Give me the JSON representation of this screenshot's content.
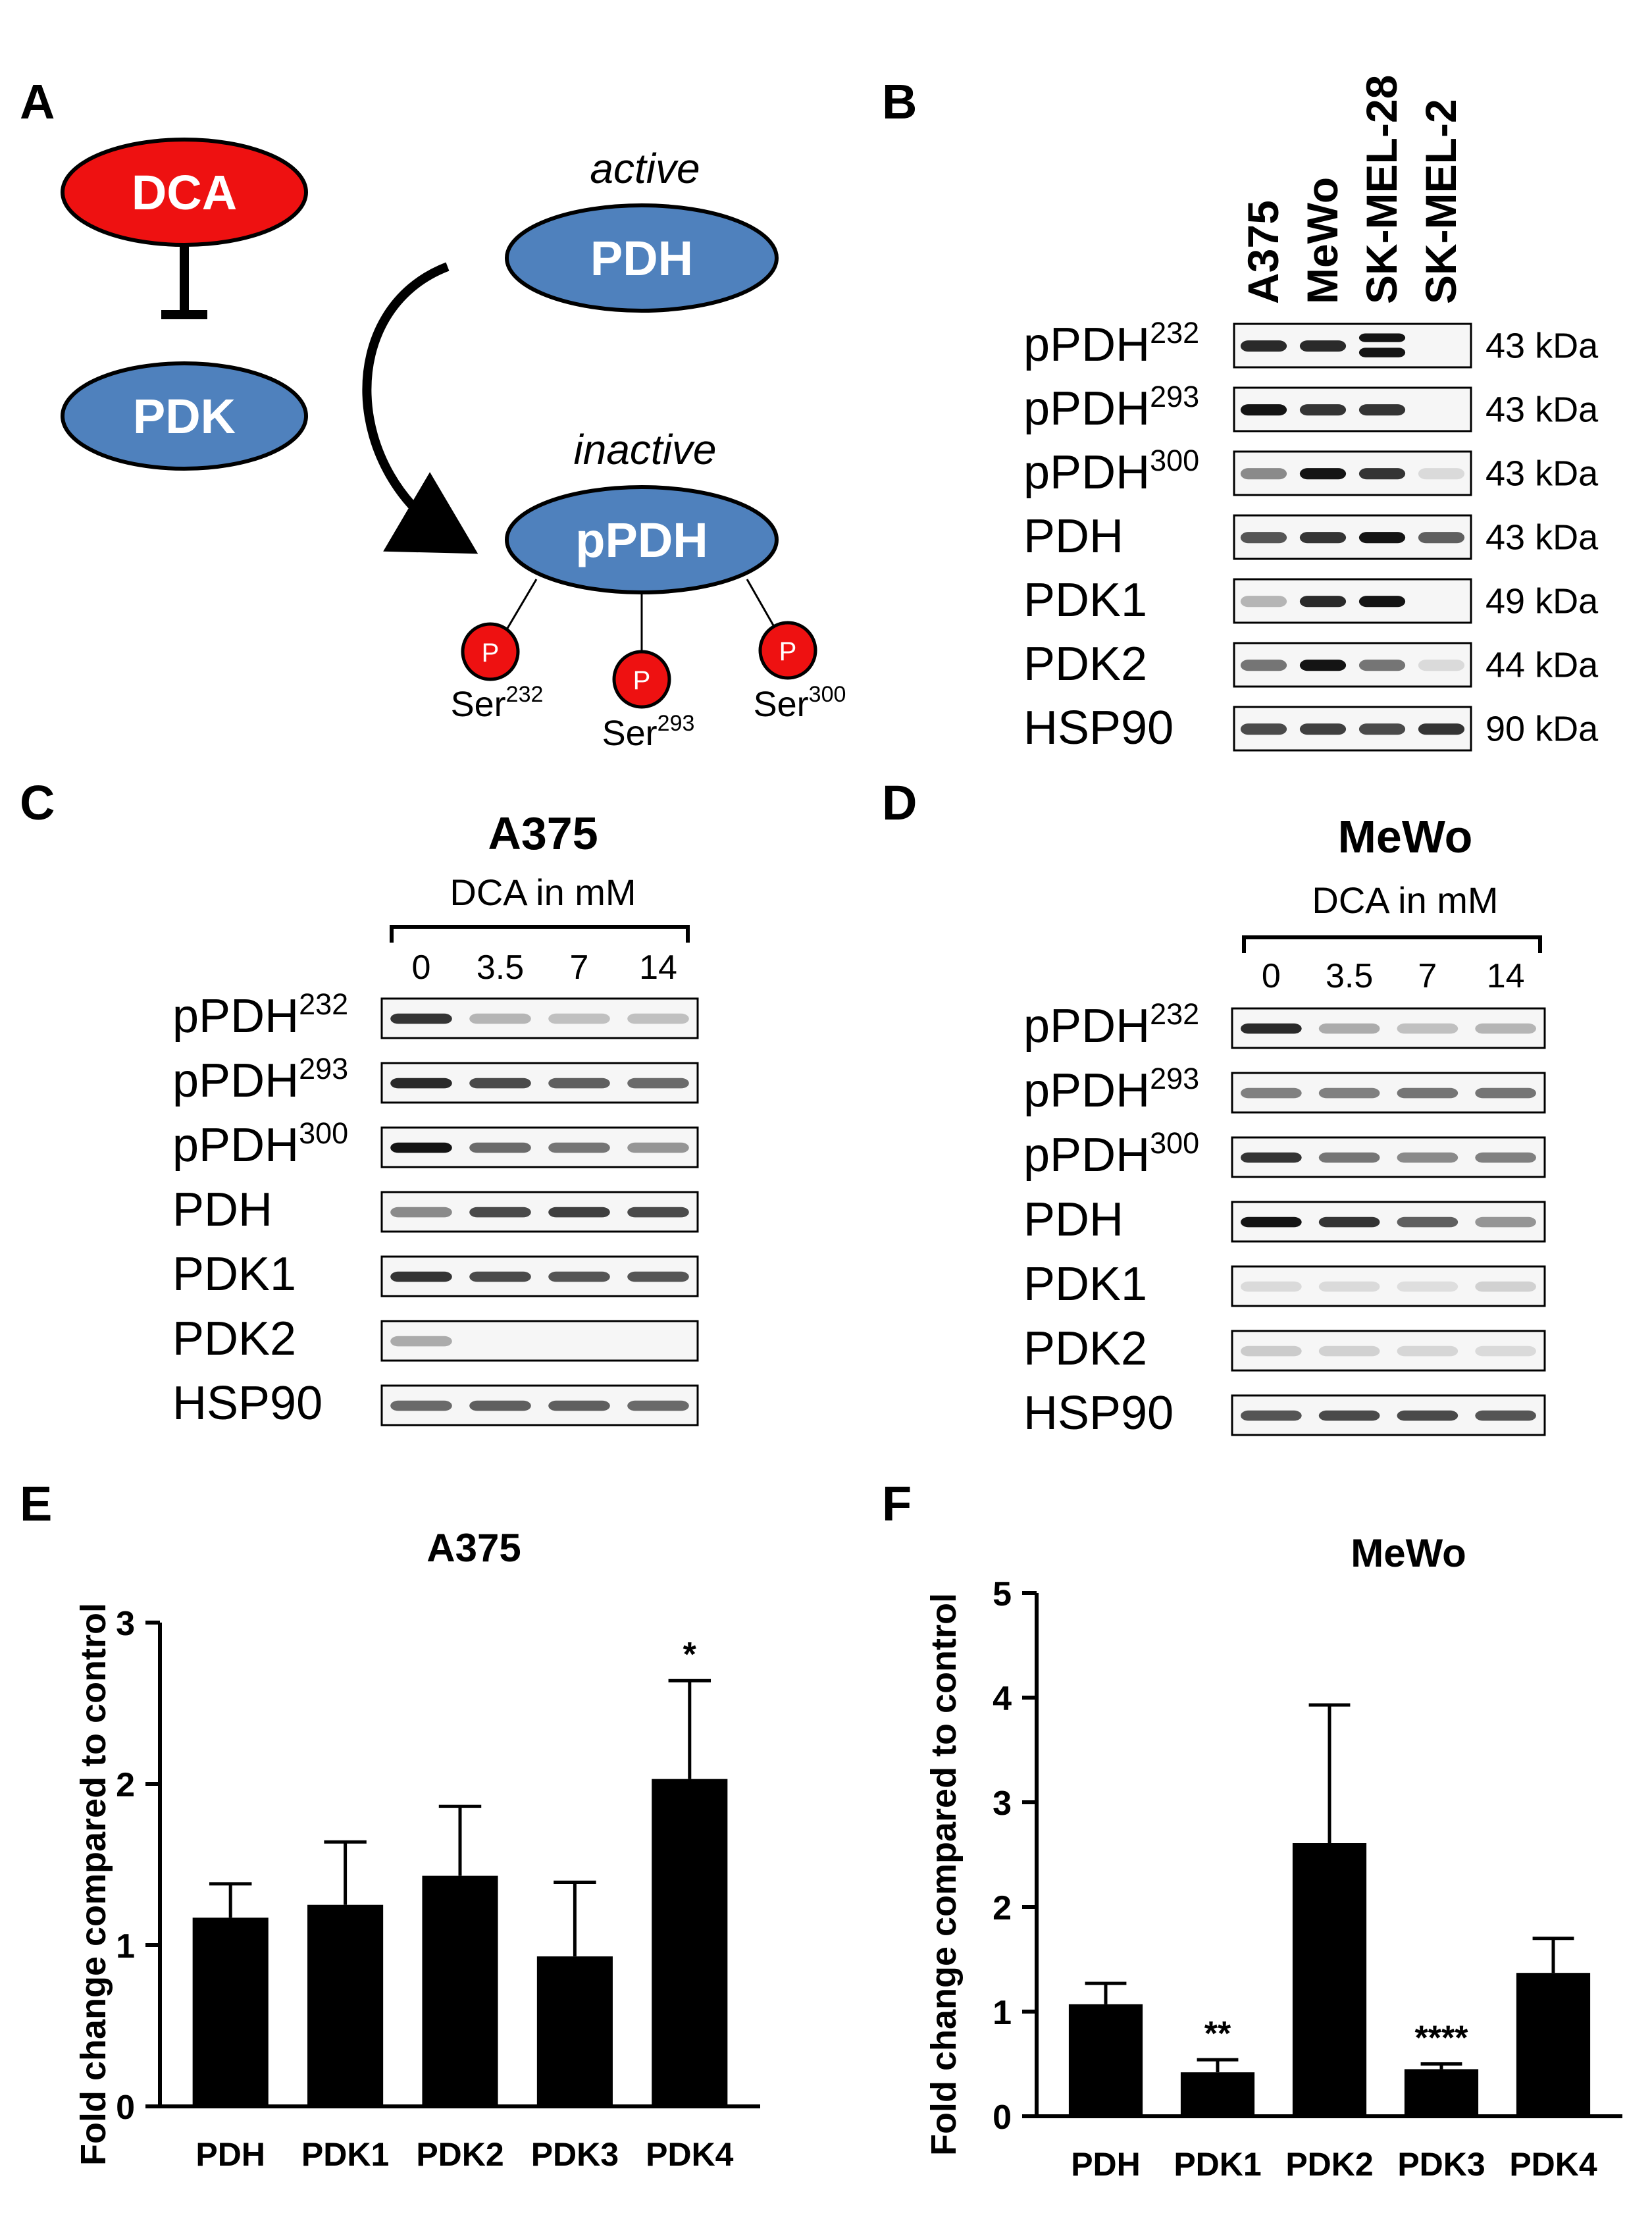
{
  "panels": {
    "A": {
      "letter": "A",
      "inhibitor": "DCA",
      "kinase": "PDK",
      "active_label": "active",
      "active_enzyme": "PDH",
      "inactive_label": "inactive",
      "inactive_enzyme": "pPDH",
      "phospho_symbol": "P",
      "sites": [
        {
          "prefix": "Ser",
          "number": "232"
        },
        {
          "prefix": "Ser",
          "number": "293"
        },
        {
          "prefix": "Ser",
          "number": "300"
        }
      ]
    },
    "B": {
      "letter": "B",
      "cell_lines": [
        "A375",
        "MeWo",
        "SK-MEL-28",
        "SK-MEL-2"
      ],
      "rows": [
        {
          "label": "pPDH",
          "sup": "232",
          "kda": "43 kDa",
          "intensity": [
            0.9,
            0.9,
            1.0,
            0.0
          ],
          "doublet": [
            false,
            false,
            true,
            false
          ]
        },
        {
          "label": "pPDH",
          "sup": "293",
          "kda": "43 kDa",
          "intensity": [
            1.0,
            0.85,
            0.85,
            0.0
          ],
          "doublet": [
            false,
            false,
            false,
            false
          ]
        },
        {
          "label": "pPDH",
          "sup": "300",
          "kda": "43 kDa",
          "intensity": [
            0.45,
            1.0,
            0.85,
            0.08
          ],
          "doublet": [
            false,
            false,
            false,
            false
          ]
        },
        {
          "label": "PDH",
          "sup": "",
          "kda": "43 kDa",
          "intensity": [
            0.7,
            0.85,
            1.0,
            0.65
          ],
          "doublet": [
            false,
            false,
            false,
            false
          ]
        },
        {
          "label": "PDK1",
          "sup": "",
          "kda": "49 kDa",
          "intensity": [
            0.25,
            0.9,
            1.0,
            0.0
          ],
          "doublet": [
            false,
            false,
            false,
            false
          ]
        },
        {
          "label": "PDK2",
          "sup": "",
          "kda": "44 kDa",
          "intensity": [
            0.55,
            1.0,
            0.55,
            0.08
          ],
          "doublet": [
            false,
            false,
            false,
            false
          ]
        },
        {
          "label": "HSP90",
          "sup": "",
          "kda": "90 kDa",
          "intensity": [
            0.75,
            0.8,
            0.75,
            0.85
          ],
          "doublet": [
            false,
            false,
            false,
            false
          ]
        }
      ]
    },
    "C": {
      "letter": "C",
      "title": "A375",
      "treatment": "DCA in mM",
      "doses": [
        "0",
        "3.5",
        "7",
        "14"
      ],
      "rows": [
        {
          "label": "pPDH",
          "sup": "232",
          "intensity": [
            0.85,
            0.25,
            0.2,
            0.2
          ]
        },
        {
          "label": "pPDH",
          "sup": "293",
          "intensity": [
            0.9,
            0.75,
            0.65,
            0.6
          ]
        },
        {
          "label": "pPDH",
          "sup": "300",
          "intensity": [
            1.0,
            0.6,
            0.55,
            0.4
          ]
        },
        {
          "label": "PDH",
          "sup": "",
          "intensity": [
            0.45,
            0.75,
            0.8,
            0.75
          ]
        },
        {
          "label": "PDK1",
          "sup": "",
          "intensity": [
            0.85,
            0.75,
            0.7,
            0.7
          ]
        },
        {
          "label": "PDK2",
          "sup": "",
          "intensity": [
            0.3,
            0.0,
            0.0,
            0.0
          ]
        },
        {
          "label": "HSP90",
          "sup": "",
          "intensity": [
            0.6,
            0.65,
            0.65,
            0.6
          ]
        }
      ]
    },
    "D": {
      "letter": "D",
      "title": "MeWo",
      "treatment": "DCA in mM",
      "doses": [
        "0",
        "3.5",
        "7",
        "14"
      ],
      "rows": [
        {
          "label": "pPDH",
          "sup": "232",
          "intensity": [
            0.9,
            0.3,
            0.2,
            0.25
          ]
        },
        {
          "label": "pPDH",
          "sup": "293",
          "intensity": [
            0.5,
            0.5,
            0.55,
            0.55
          ]
        },
        {
          "label": "pPDH",
          "sup": "300",
          "intensity": [
            0.85,
            0.55,
            0.45,
            0.5
          ]
        },
        {
          "label": "PDH",
          "sup": "",
          "intensity": [
            1.0,
            0.85,
            0.65,
            0.4
          ]
        },
        {
          "label": "PDK1",
          "sup": "",
          "intensity": [
            0.08,
            0.08,
            0.06,
            0.12
          ]
        },
        {
          "label": "PDK2",
          "sup": "",
          "intensity": [
            0.15,
            0.12,
            0.1,
            0.08
          ]
        },
        {
          "label": "HSP90",
          "sup": "",
          "intensity": [
            0.7,
            0.75,
            0.75,
            0.7
          ]
        }
      ]
    },
    "E": {
      "letter": "E"
    },
    "F": {
      "letter": "F"
    }
  },
  "colors": {
    "dca_fill": "#ee1111",
    "enzyme_fill": "#4f81bd",
    "phospho_fill": "#ee1111",
    "bar_fill": "#000000"
  },
  "chart_data": [
    {
      "panel": "E",
      "type": "bar",
      "title": "A375",
      "ylabel": "Fold change compared to control",
      "xlabel": "",
      "categories": [
        "PDH",
        "PDK1",
        "PDK2",
        "PDK3",
        "PDK4"
      ],
      "values": [
        1.17,
        1.25,
        1.43,
        0.93,
        2.03
      ],
      "errors": [
        0.21,
        0.39,
        0.43,
        0.46,
        0.61
      ],
      "significance": [
        "",
        "",
        "",
        "",
        "*"
      ],
      "ylim": [
        0,
        3
      ],
      "yticks": [
        "0",
        "1",
        "2",
        "3"
      ],
      "grid": false
    },
    {
      "panel": "F",
      "type": "bar",
      "title": "MeWo",
      "ylabel": "Fold change compared to control",
      "xlabel": "",
      "categories": [
        "PDH",
        "PDK1",
        "PDK2",
        "PDK3",
        "PDK4"
      ],
      "values": [
        1.07,
        0.42,
        2.61,
        0.45,
        1.37
      ],
      "errors": [
        0.2,
        0.12,
        1.32,
        0.05,
        0.33
      ],
      "significance": [
        "",
        "**",
        "",
        "****",
        ""
      ],
      "ylim": [
        0,
        5
      ],
      "yticks": [
        "0",
        "1",
        "2",
        "3",
        "4",
        "5"
      ],
      "grid": false
    }
  ]
}
